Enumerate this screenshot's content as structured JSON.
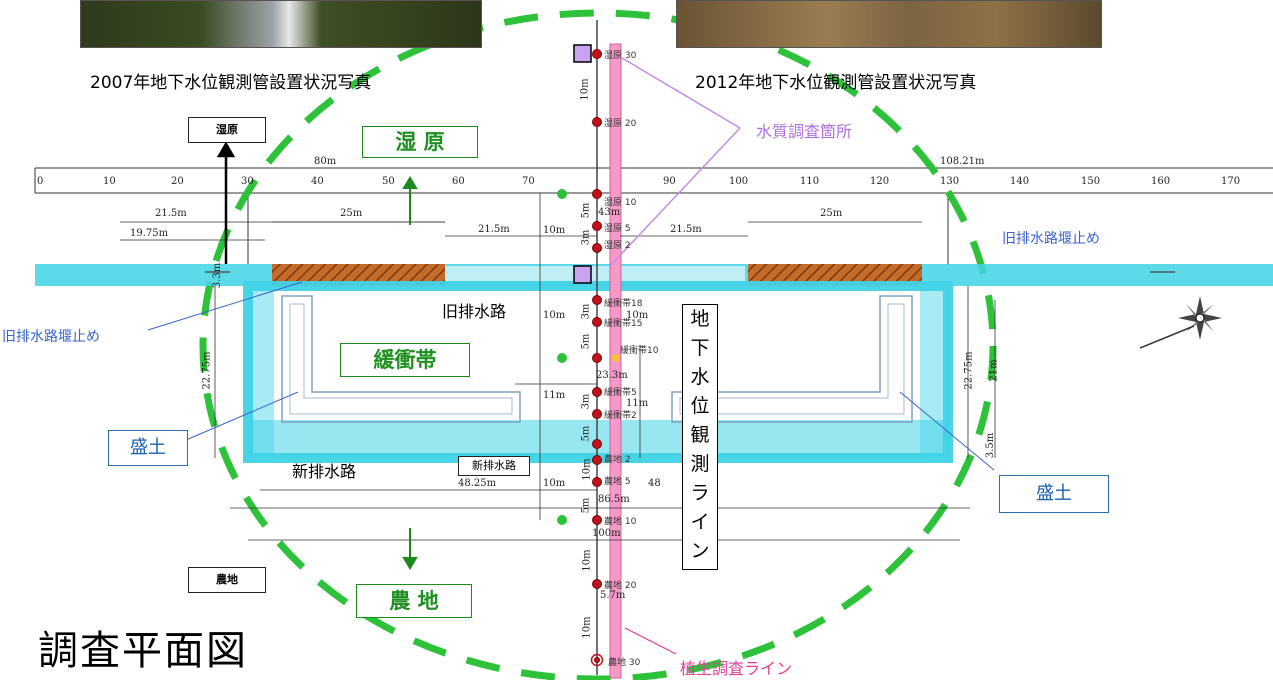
{
  "photos": {
    "left_caption": "2007年地下水位観測管設置状況写真",
    "right_caption": "2012年地下水位観測管設置状況写真"
  },
  "zones": {
    "wetland": "湿 原",
    "buffer": "緩衝帯",
    "farmland": "農 地"
  },
  "boxes": {
    "wetland_small": "湿原",
    "farmland_small": "農地",
    "new_drain_small": "新排水路"
  },
  "labels": {
    "water_quality": "水質調査箇所",
    "old_drain_stop_right": "旧排水路堰止め",
    "old_drain_stop_left": "旧排水路堰止め",
    "old_drain": "旧排水路",
    "new_drain": "新排水路",
    "embankment_left": "盛土",
    "embankment_right": "盛土",
    "vegetation_line": "植生調査ライン",
    "groundwater_line": [
      "地",
      "下",
      "水",
      "位",
      "観",
      "測",
      "ラ",
      "イ",
      "ン"
    ],
    "page_title": "調査平面図"
  },
  "ruler": {
    "ticks": [
      "0",
      "10",
      "20",
      "30",
      "40",
      "50",
      "60",
      "70",
      "90",
      "100",
      "110",
      "120",
      "130",
      "140",
      "150",
      "160",
      "170"
    ],
    "span_80": "80m",
    "span_108": "108.21m"
  },
  "measurements": {
    "m21_5_a": "21.5m",
    "m19_75": "19.75m",
    "m25_a": "25m",
    "m21_5_b": "21.5m",
    "m10_a": "10m",
    "m21_5_c": "21.5m",
    "m25_b": "25m",
    "m43": "43m",
    "m3_3": "3.3m",
    "m22_75_l": "22.75m",
    "m22_75_r": "22.75m",
    "m21": "21m",
    "m3_5": "3.5m",
    "m10_b": "10m",
    "m10_c": "10m",
    "m23_3": "23.3m",
    "m11_a": "11m",
    "m11_b": "11m",
    "m48_25": "48.25m",
    "m48_25b": "48",
    "m10_d": "10m",
    "m86_5": "86.5m",
    "m100": "100m",
    "m5_7": "5.7m",
    "v10_top": "10m",
    "v5": "5m",
    "v3": "3m",
    "v3b": "3m",
    "v3c": "3m",
    "v5b": "5m",
    "v5c": "5m",
    "v5d": "5m",
    "v10_mid": "10m",
    "v10_low": "10m",
    "v10_bot": "10m"
  },
  "points": {
    "p_wet30": "湿原 30",
    "p_wet20": "湿原 20",
    "p_wet10": "湿原 10",
    "p_wet5": "湿原 5",
    "p_wet2": "湿原 2",
    "p_buf18": "緩衝帯18",
    "p_buf15": "緩衝帯15",
    "p_buf10": "緩衝帯10",
    "p_buf5": "緩衝帯5",
    "p_buf2": "緩衝帯2",
    "p_farm2": "農地 2",
    "p_farm5": "農地 5",
    "p_farm10": "農地 10",
    "p_farm20": "農地 20",
    "p_farm30": "農地 30"
  },
  "colors": {
    "green_circle": "#2ec23a",
    "drain_cyan": "#41d3e6",
    "embankment_brown": "#b8551a",
    "pink_line": "#f59ac8",
    "purple": "#b06fe0",
    "red_point": "#c0141c"
  }
}
